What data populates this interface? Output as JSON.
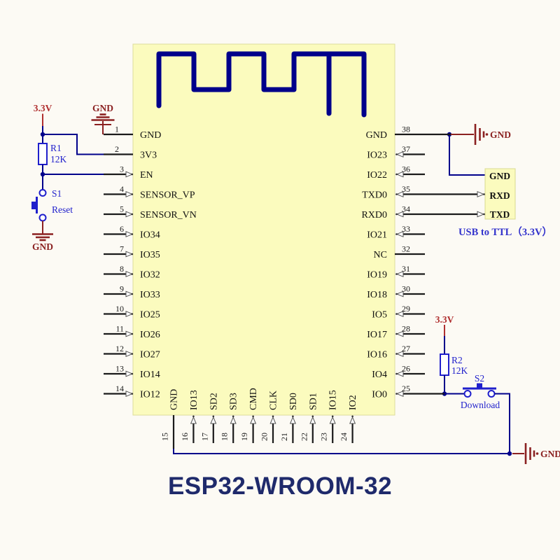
{
  "title": "ESP32-WROOM-32",
  "module": {
    "left_pins": [
      {
        "number": "1",
        "label": "GND"
      },
      {
        "number": "2",
        "label": "3V3"
      },
      {
        "number": "3",
        "label": "EN"
      },
      {
        "number": "4",
        "label": "SENSOR_VP"
      },
      {
        "number": "5",
        "label": "SENSOR_VN"
      },
      {
        "number": "6",
        "label": "IO34"
      },
      {
        "number": "7",
        "label": "IO35"
      },
      {
        "number": "8",
        "label": "IO32"
      },
      {
        "number": "9",
        "label": "IO33"
      },
      {
        "number": "10",
        "label": "IO25"
      },
      {
        "number": "11",
        "label": "IO26"
      },
      {
        "number": "12",
        "label": "IO27"
      },
      {
        "number": "13",
        "label": "IO14"
      },
      {
        "number": "14",
        "label": "IO12"
      }
    ],
    "right_pins": [
      {
        "number": "38",
        "label": "GND"
      },
      {
        "number": "37",
        "label": "IO23"
      },
      {
        "number": "36",
        "label": "IO22"
      },
      {
        "number": "35",
        "label": "TXD0"
      },
      {
        "number": "34",
        "label": "RXD0"
      },
      {
        "number": "33",
        "label": "IO21"
      },
      {
        "number": "32",
        "label": "NC"
      },
      {
        "number": "31",
        "label": "IO19"
      },
      {
        "number": "30",
        "label": "IO18"
      },
      {
        "number": "29",
        "label": "IO5"
      },
      {
        "number": "28",
        "label": "IO17"
      },
      {
        "number": "27",
        "label": "IO16"
      },
      {
        "number": "26",
        "label": "IO4"
      },
      {
        "number": "25",
        "label": "IO0"
      }
    ],
    "bottom_pins": [
      {
        "number": "15",
        "label": "GND"
      },
      {
        "number": "16",
        "label": "IO13"
      },
      {
        "number": "17",
        "label": "SD2"
      },
      {
        "number": "18",
        "label": "SD3"
      },
      {
        "number": "19",
        "label": "CMD"
      },
      {
        "number": "20",
        "label": "CLK"
      },
      {
        "number": "21",
        "label": "SD0"
      },
      {
        "number": "22",
        "label": "SD1"
      },
      {
        "number": "23",
        "label": "IO15"
      },
      {
        "number": "24",
        "label": "IO2"
      }
    ]
  },
  "left_circuit": {
    "power": "3.3V",
    "module_gnd": "GND",
    "resistor": {
      "ref": "R1",
      "value": "12K"
    },
    "switch": {
      "ref": "S1",
      "label": "Reset"
    },
    "switch_gnd": "GND"
  },
  "right_circuit": {
    "module_gnd": "GND",
    "power": "3.3V",
    "resistor": {
      "ref": "R2",
      "value": "12K"
    },
    "switch": {
      "ref": "S2",
      "label": "Download"
    },
    "bottom_gnd": "GND",
    "usb": {
      "pins": [
        "GND",
        "RXD",
        "TXD"
      ],
      "caption": "USB to TTL（3.3V）"
    }
  },
  "colors": {
    "background": "#FCFAF4",
    "module_fill": "#FBFBBE",
    "wire_navy": "#00008B",
    "wire_black": "#1a1a1a",
    "ground_maroon": "#8B2121",
    "power_red": "#B03030",
    "component_blue": "#2222CC",
    "caption_blue": "#3333CC",
    "title_navy": "#1F2A6B"
  }
}
